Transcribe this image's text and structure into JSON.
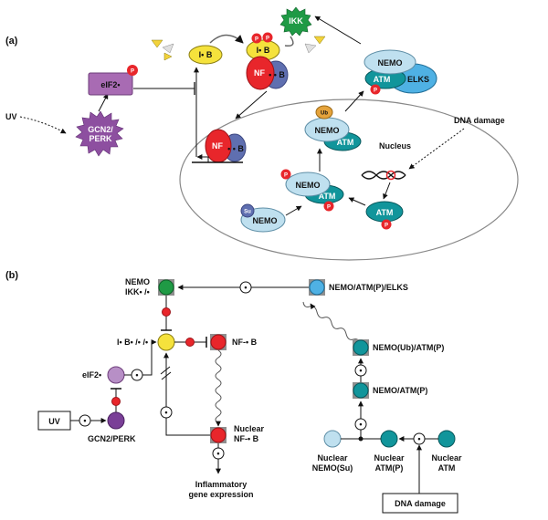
{
  "colors": {
    "yellow": "#f5e23c",
    "red": "#e8262b",
    "purple_node": "#7a3f97",
    "lilac": "#b78fc6",
    "green": "#1f9a45",
    "teal": "#11959b",
    "light_blue": "#bfe0ef",
    "blue": "#4fb1e4",
    "slate": "#5f6fb0",
    "magenta": "#a86bb3",
    "orange": "#e5a33b",
    "gray_box": "#8f8f8f"
  },
  "panel_a": {
    "label": "(a)",
    "uv": "UV",
    "gcn2_line1": "GCN2/",
    "gcn2_line2": "PERK",
    "eif2": "eIF2•",
    "p": "P",
    "ikb": "I• B",
    "nf": "NF",
    "kb": "• • B",
    "ikk": "IKK",
    "nemo": "NEMO",
    "atm": "ATM",
    "elks": "ELKS",
    "ub": "Ub",
    "su": "Su",
    "nucleus": "Nucleus",
    "dna_damage": "DNA damage"
  },
  "panel_b": {
    "label": "(b)",
    "nemo_ikk_line1": "NEMO",
    "nemo_ikk_line2": "IKK• /•",
    "ikb_node": "I• B• /• /•",
    "nfkb_node": "NF-• B",
    "eif2_node": "eIF2•",
    "uv_box": "UV",
    "gcn2_node": "GCN2/PERK",
    "nuclear_nfkb_line1": "Nuclear",
    "nuclear_nfkb_line2": "NF-• B",
    "inflammatory_line1": "Inflammatory",
    "inflammatory_line2": "gene expression",
    "nemo_atm_elks": "NEMO/ATM(P)/ELKS",
    "nemo_ub_atm": "NEMO(Ub)/ATM(P)",
    "nemo_atm": "NEMO/ATM(P)",
    "nuclear_nemo_line1": "Nuclear",
    "nuclear_nemo_line2": "NEMO(Su)",
    "nuclear_atmp_line1": "Nuclear",
    "nuclear_atmp_line2": "ATM(P)",
    "nuclear_atm_line1": "Nuclear",
    "nuclear_atm_line2": "ATM",
    "dna_damage_box": "DNA damage",
    "catalysis": "•"
  }
}
